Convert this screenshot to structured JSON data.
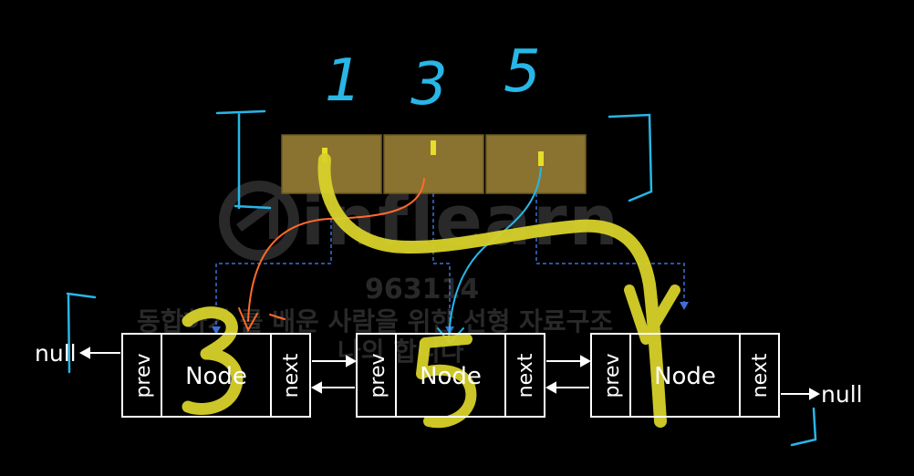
{
  "top_indices": [
    "1",
    "3",
    "5"
  ],
  "watermark": {
    "brand": "inflearn",
    "id": "963114",
    "course_line1": "동합하기 를 배운 사람을 위한 선형 자료구조",
    "course_line2": "나의 합니다"
  },
  "nodes": [
    {
      "prev": "prev",
      "label": "Node",
      "next": "next",
      "handwritten": "3"
    },
    {
      "prev": "prev",
      "label": "Node",
      "next": "next",
      "handwritten": "5"
    },
    {
      "prev": "prev",
      "label": "Node",
      "next": "next",
      "handwritten": "Y"
    }
  ],
  "null_left": "null",
  "null_right": "null",
  "colors": {
    "background": "#000000",
    "array_cell": "#8a7330",
    "array_cell_border": "#6d5a22",
    "dashed_link": "#3d6fd6",
    "cyan_ink": "#28b6e6",
    "orange_ink": "#ff6a2a",
    "yellow_ink": "#d7d12a",
    "node_border": "#ffffff",
    "watermark": "#ffffff"
  }
}
